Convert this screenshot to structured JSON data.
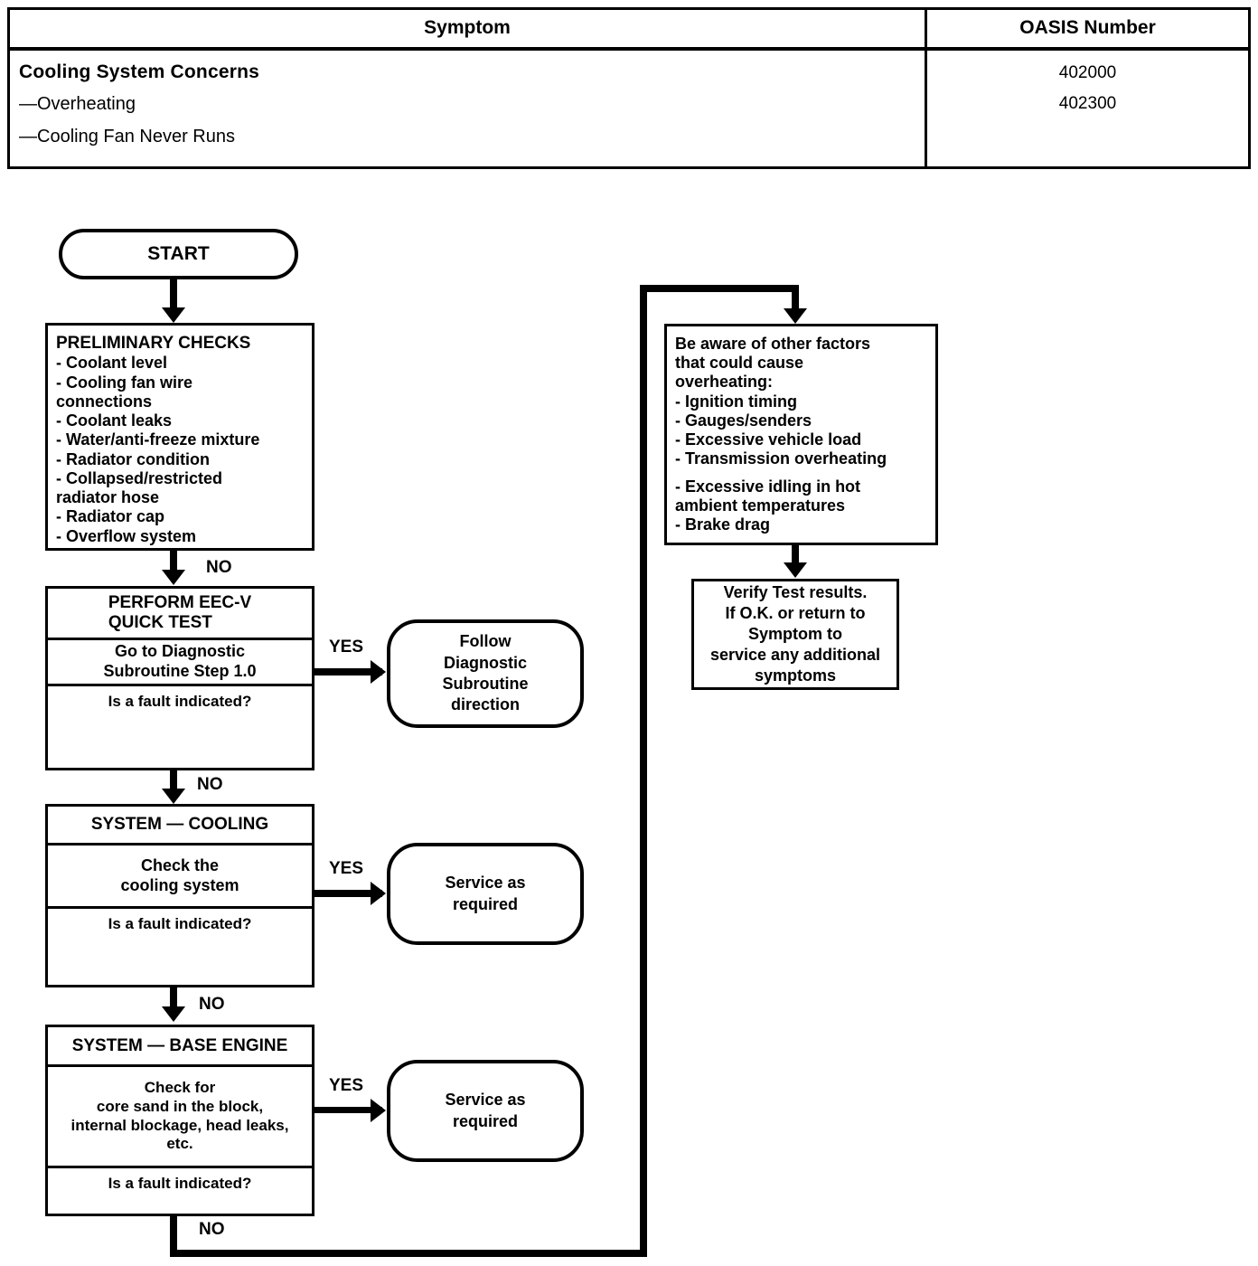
{
  "table": {
    "headers": {
      "symptom": "Symptom",
      "oasis": "OASIS Number"
    },
    "symptom_title": "Cooling System Concerns",
    "symptom_items": [
      "—Overheating",
      "—Cooling Fan Never Runs"
    ],
    "oasis_numbers": [
      "402000",
      "402300"
    ]
  },
  "flow": {
    "start": "START",
    "preliminary": {
      "title": "PRELIMINARY CHECKS",
      "items": [
        "- Coolant level",
        "- Cooling fan wire",
        "   connections",
        "- Coolant leaks",
        "- Water/anti-freeze mixture",
        "- Radiator condition",
        "- Collapsed/restricted",
        "   radiator hose",
        "- Radiator cap",
        "- Overflow system"
      ]
    },
    "eecv": {
      "header": "PERFORM EEC-V\nQUICK TEST",
      "instruction": "Go to  Diagnostic\nSubroutine Step 1.0",
      "question": "Is a fault indicated?"
    },
    "cooling": {
      "header": "SYSTEM — COOLING",
      "instruction": "Check the\ncooling system",
      "question": "Is a fault indicated?"
    },
    "base_engine": {
      "header": "SYSTEM — BASE ENGINE",
      "instruction": "Check for\ncore sand in the block,\ninternal blockage, head leaks,\netc.",
      "question": "Is a fault indicated?"
    },
    "follow_subroutine": "Follow\nDiagnostic\nSubroutine\ndirection",
    "service_cooling": "Service as\nrequired",
    "service_base": "Service as\nrequired",
    "other_factors": {
      "intro": "Be aware of other factors\nthat could cause\noverheating:",
      "items": [
        "- Ignition timing",
        "- Gauges/senders",
        "- Excessive vehicle load",
        "- Transmission overheating"
      ],
      "items2": [
        "- Excessive idling in hot",
        "   ambient temperatures",
        "- Brake drag"
      ]
    },
    "verify": "Verify Test results.\nIf O.K. or return to\nSymptom to\nservice any additional\nsymptoms",
    "labels": {
      "no_prelim": "NO",
      "yes_eecv": "YES",
      "no_eecv": "NO",
      "yes_cooling": "YES",
      "no_cooling": "NO",
      "yes_base": "YES",
      "no_base": "NO"
    }
  },
  "colors": {
    "ink": "#000000",
    "paper": "#ffffff"
  }
}
